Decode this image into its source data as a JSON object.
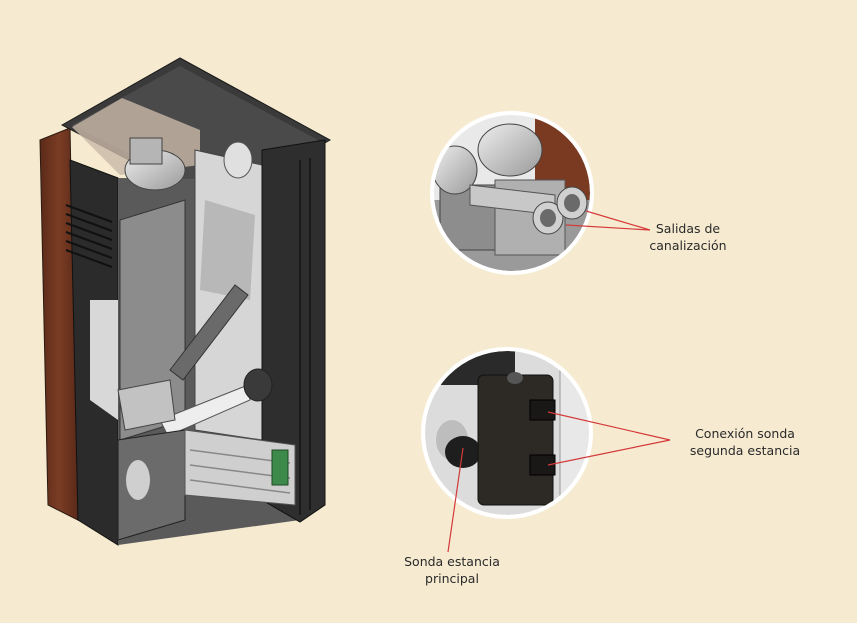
{
  "labels": {
    "salidas": {
      "line1": "Salidas  de",
      "line2": "canalización"
    },
    "conexion": {
      "line1": "Conexión sonda",
      "line2": "segunda estancia"
    },
    "sonda": {
      "line1": "Sonda estancia",
      "line2": "principal"
    }
  },
  "colors": {
    "background": "#f6ebd1",
    "stove_body": "#2b2b2b",
    "stove_side": "#6a3320",
    "leader_line": "#d43a3a"
  }
}
